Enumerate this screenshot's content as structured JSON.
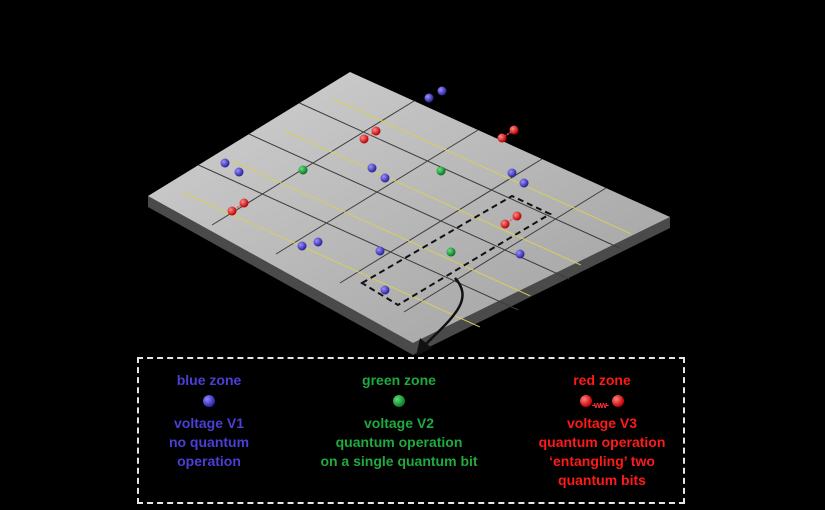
{
  "legend": {
    "blue": {
      "title": "blue zone",
      "lines": [
        "voltage V1",
        "no quantum",
        "operation"
      ],
      "color": "#4a3fd6"
    },
    "green": {
      "title": "green zone",
      "lines": [
        "voltage V2",
        "quantum operation",
        "on a single quantum bit"
      ],
      "color": "#1faa3e"
    },
    "red": {
      "title": "red zone",
      "lines": [
        "voltage V3",
        "quantum operation",
        "‘entangling’ two",
        "quantum bits"
      ],
      "color": "#ff1a1a",
      "spring_glyph": "-ww-"
    }
  },
  "colors": {
    "surface": "#b9b9b9",
    "gridline": "#3a3a3a",
    "rail": "#d8cf5a",
    "dashed": "#e6e6e6"
  }
}
